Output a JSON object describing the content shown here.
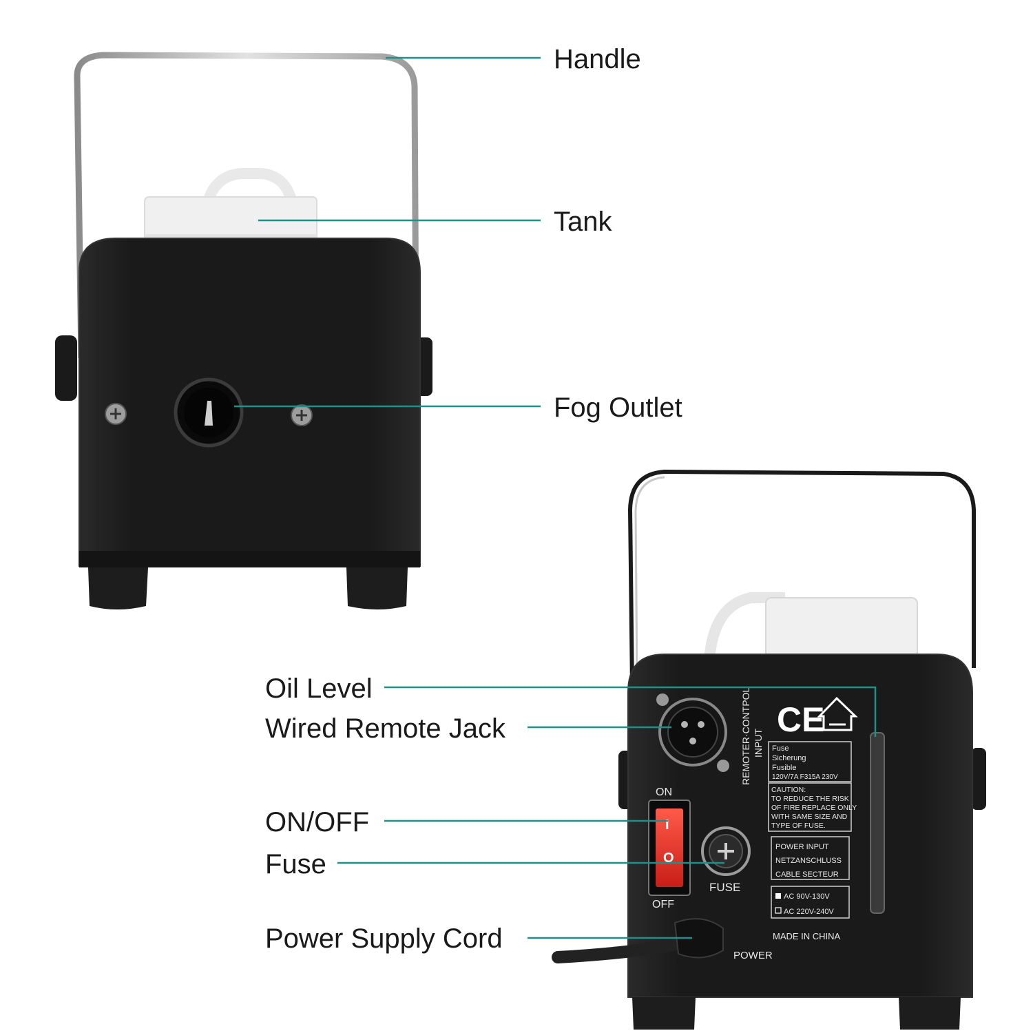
{
  "colors": {
    "leader": "#1f8f8a",
    "body": "#1c1c1c",
    "body_edge": "#2f2f2f",
    "switch_red": "#e8261f",
    "handle": "#b9b9b9",
    "tank": "#eeeeee"
  },
  "callouts": {
    "handle": "Handle",
    "tank": "Tank",
    "fog_outlet": "Fog Outlet",
    "oil_level": "Oil Level",
    "wired_remote_jack": "Wired Remote Jack",
    "on_off": "ON/OFF",
    "fuse": "Fuse",
    "power_supply_cord": "Power Supply Cord"
  },
  "rear_panel": {
    "remote_label_line1": "REMOTER·CONTPOL",
    "remote_label_line2": "INPUT",
    "ce_mark": "CE",
    "on": "ON",
    "off": "OFF",
    "switch_on_symbol": "I",
    "switch_off_symbol": "O",
    "fuse": "FUSE",
    "power": "POWER",
    "made_in": "MADE IN CHINA",
    "fuse_box": [
      "Fuse",
      "Sicherung",
      "Fusible",
      "120V/7A F315A 230V"
    ],
    "caution_box": [
      "CAUTION:",
      "TO REDUCE THE RISK",
      "OF FIRE REPLACE ONLY",
      "WITH SAME SIZE AND",
      "TYPE OF FUSE."
    ],
    "power_input_box": [
      "POWER INPUT",
      "NETZANSCHLUSS",
      "CABLE SECTEUR"
    ],
    "voltage_box": [
      "AC 90V-130V",
      "AC 220V-240V"
    ]
  }
}
